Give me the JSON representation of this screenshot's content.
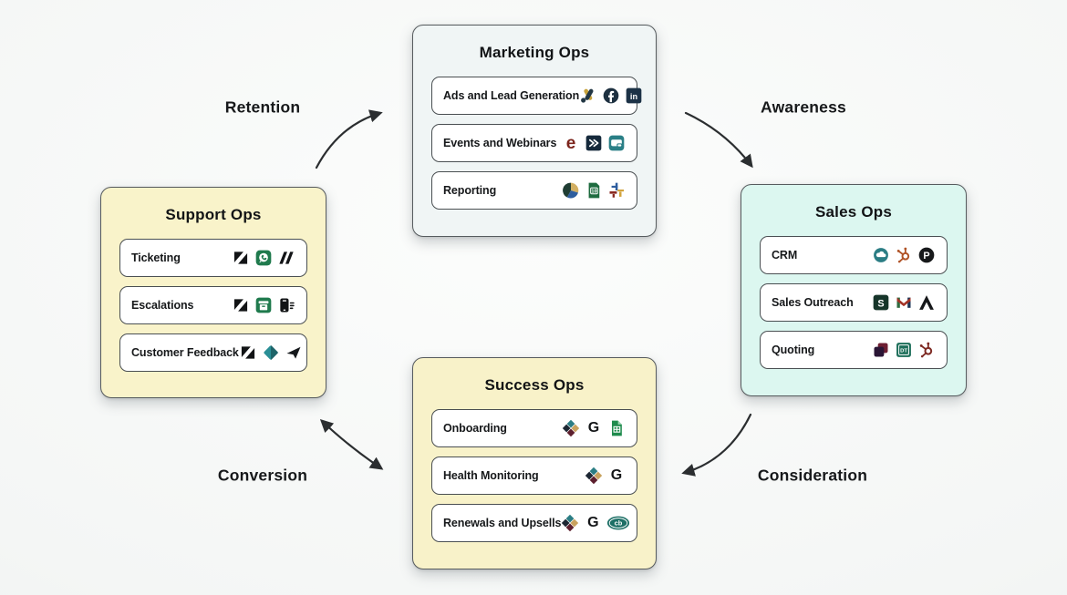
{
  "stages": {
    "retention": "Retention",
    "awareness": "Awareness",
    "consideration": "Consideration",
    "conversion": "Conversion"
  },
  "boxes": {
    "marketing": {
      "title": "Marketing Ops",
      "rows": [
        {
          "label": "Ads and Lead Generation",
          "icons": [
            "google-ads",
            "facebook",
            "linkedin"
          ]
        },
        {
          "label": "Events and Webinars",
          "icons": [
            "eventbrite",
            "webinar-chevrons",
            "screen-share"
          ]
        },
        {
          "label": "Reporting",
          "icons": [
            "pie-chart",
            "green-report-doc",
            "tableau"
          ]
        }
      ]
    },
    "sales": {
      "title": "Sales Ops",
      "rows": [
        {
          "label": "CRM",
          "icons": [
            "teal-cloud-crm",
            "hubspot-sprocket-orange",
            "pipedrive"
          ]
        },
        {
          "label": "Sales Outreach",
          "icons": [
            "salesloft",
            "gmail",
            "apollo"
          ]
        },
        {
          "label": "Quoting",
          "icons": [
            "overlapping-cubes",
            "dealhub",
            "hubspot-sprocket-maroon"
          ]
        }
      ]
    },
    "success": {
      "title": "Success Ops",
      "rows": [
        {
          "label": "Onboarding",
          "icons": [
            "checker-diamond",
            "letter-g",
            "google-sheets"
          ]
        },
        {
          "label": "Health Monitoring",
          "icons": [
            "checker-diamond",
            "letter-g"
          ]
        },
        {
          "label": "Renewals and Upsells",
          "icons": [
            "checker-diamond",
            "letter-g",
            "chargebee"
          ]
        }
      ]
    },
    "support": {
      "title": "Support Ops",
      "rows": [
        {
          "label": "Ticketing",
          "icons": [
            "zendesk",
            "green-chat-square",
            "double-slash"
          ]
        },
        {
          "label": "Escalations",
          "icons": [
            "zendesk",
            "green-archive-box",
            "mobile-phone"
          ]
        },
        {
          "label": "Customer Feedback",
          "icons": [
            "zendesk",
            "teal-diamond",
            "paper-plane"
          ]
        }
      ]
    }
  },
  "colors": {
    "marketing_box": "#f0f5f5",
    "sales_box": "#dcf7f0",
    "success_box": "#f8f2c9",
    "support_box": "#f9f3ca",
    "row_bg": "#ffffff",
    "arrow": "#2b2e30"
  }
}
